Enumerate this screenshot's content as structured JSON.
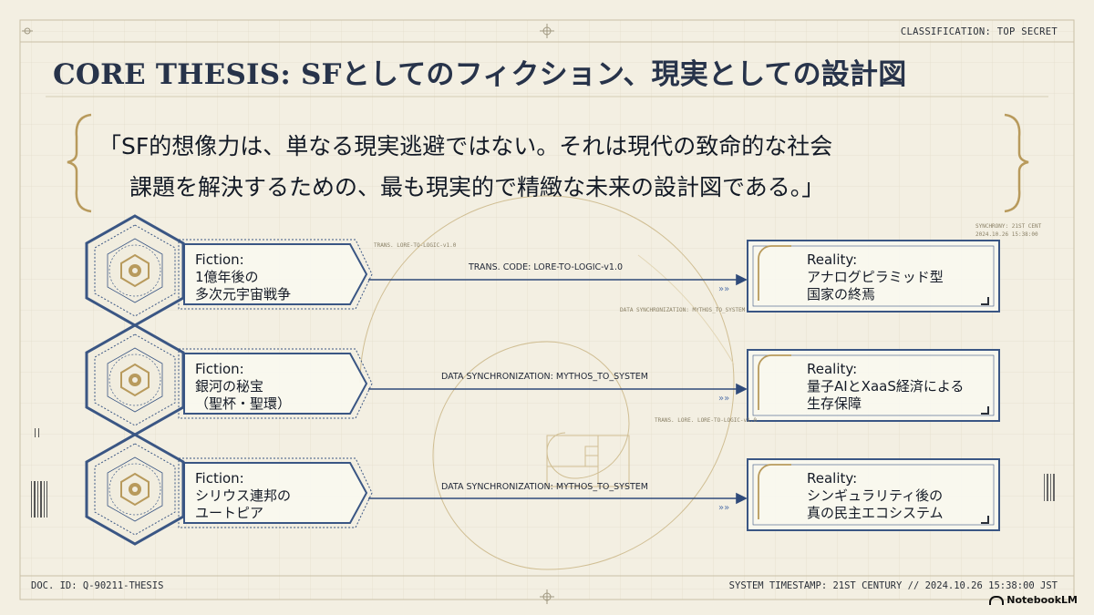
{
  "header": {
    "classification": "CLASSIFICATION: TOP SECRET",
    "title": "CORE THESIS: SFとしてのフィクション、現実としての設計図"
  },
  "quote": {
    "line1": "「SF的想像力は、単なる現実逃避ではない。それは現代の致命的な社会",
    "line2": "課題を解決するための、最も現実的で精緻な未来の設計図である。」"
  },
  "mappings": [
    {
      "fiction_title": "Fiction:",
      "fiction_text_1": "1億年後の",
      "fiction_text_2": "多次元宇宙戦争",
      "arrow_label": "TRANS. CODE: LORE-TO-LOGIC-v1.0",
      "reality_title": "Reality:",
      "reality_text_1": "アナログピラミッド型",
      "reality_text_2": "国家の終焉"
    },
    {
      "fiction_title": "Fiction:",
      "fiction_text_1": "銀河の秘宝",
      "fiction_text_2": "（聖杯・聖環）",
      "arrow_label": "DATA SYNCHRONIZATION: MYTHOS_TO_SYSTEM",
      "reality_title": "Reality:",
      "reality_text_1": "量子AIとXaaS経済による",
      "reality_text_2": "生存保障"
    },
    {
      "fiction_title": "Fiction:",
      "fiction_text_1": "シリウス連邦の",
      "fiction_text_2": "ユートピア",
      "arrow_label": "DATA SYNCHRONIZATION: MYTHOS_TO_SYSTEM",
      "reality_title": "Reality:",
      "reality_text_1": "シンギュラリティ後の",
      "reality_text_2": "真の民主エコシステム"
    }
  ],
  "annotations": {
    "trans_small": "TRANS. LORE-TO-LOGIC-v1.0",
    "data_sync_small": "DATA SYNCHRONIZATION: MYTHOS_TO_SYSTEM",
    "trans_small_2": "TRANS. LORE. LORE-TO-LOGIC-v1.0",
    "sync_tl": "SYNCHRONY: 21ST CENT",
    "sync_tl_2": "2024.10.26 15:38:00"
  },
  "footer": {
    "doc_id": "DOC. ID: Q-90211-THESIS",
    "timestamp": "SYSTEM TIMESTAMP: 21ST CENTURY // 2024.10.26 15:38:00 JST",
    "brand": "NotebookLM"
  },
  "colors": {
    "background": "#f3efe2",
    "navy": "#3a5684",
    "gold": "#b89a5c",
    "title": "#27334a"
  },
  "icons": [
    "crosshair-icon",
    "hexagon-emblem-icon",
    "brace-icon",
    "chevrons-icon",
    "notebook-logo-icon"
  ]
}
